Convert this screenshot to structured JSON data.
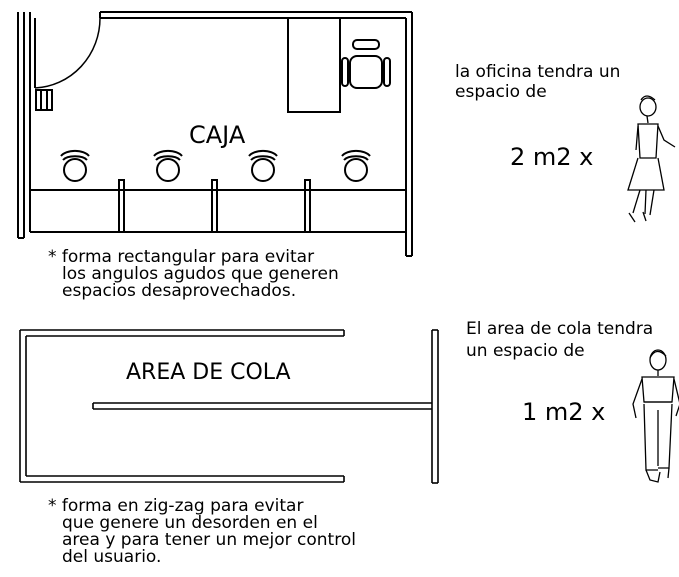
{
  "office": {
    "label": "CAJA",
    "note_lines": [
      "* forma rectangular para evitar",
      "los angulos agudos que generen",
      "espacios desaprovechados."
    ],
    "side_text_lines": [
      "la oficina tendra un",
      "espacio de"
    ],
    "measure": "2 m2 x",
    "figure_icon": "woman-figure-icon"
  },
  "queue": {
    "label": "AREA DE COLA",
    "note_lines": [
      "* forma en zig-zag para evitar",
      "que genere un desorden en el",
      "area y para tener un mejor control",
      "del usuario."
    ],
    "side_text_lines": [
      "El area de cola tendra",
      "un espacio de"
    ],
    "measure": "1 m2 x",
    "figure_icon": "man-figure-icon"
  }
}
